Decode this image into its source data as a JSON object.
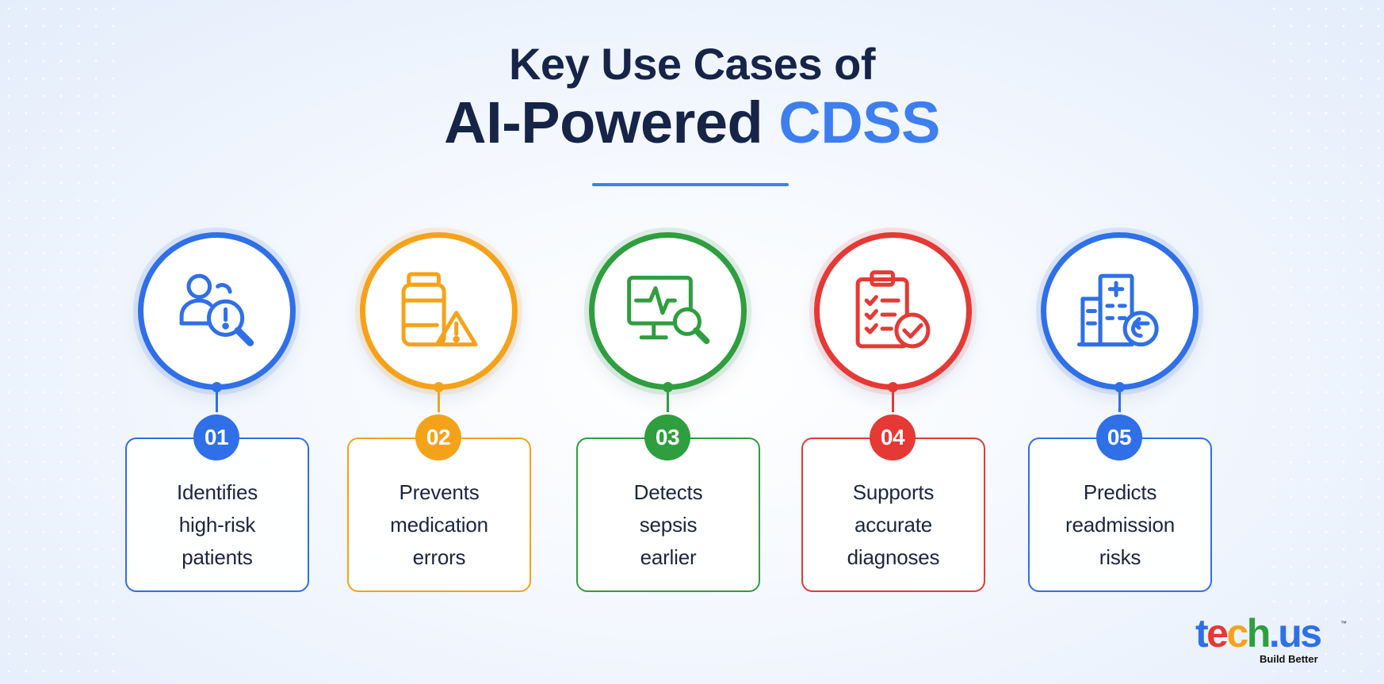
{
  "title": {
    "line1": "Key Use Cases of",
    "line2_main": "AI-Powered",
    "line2_accent": "CDSS",
    "accent_color": "#3d7ff0",
    "text_color": "#152447"
  },
  "steps": [
    {
      "number": "01",
      "lines": [
        "Identifies",
        "high-risk",
        "patients"
      ],
      "color": "#2f6fe8",
      "icon": "patient-search-icon"
    },
    {
      "number": "02",
      "lines": [
        "Prevents",
        "medication",
        "errors"
      ],
      "color": "#f5a21b",
      "icon": "medication-warning-icon"
    },
    {
      "number": "03",
      "lines": [
        "Detects",
        "sepsis",
        "earlier"
      ],
      "color": "#2e9e3e",
      "icon": "monitor-search-icon"
    },
    {
      "number": "04",
      "lines": [
        "Supports",
        "accurate",
        "diagnoses"
      ],
      "color": "#e53935",
      "icon": "clipboard-check-icon"
    },
    {
      "number": "05",
      "lines": [
        "Predicts",
        "readmission",
        "risks"
      ],
      "color": "#2f6fe8",
      "icon": "hospital-return-icon"
    }
  ],
  "logo": {
    "letters": [
      {
        "char": "t",
        "color": "#2f6fe8"
      },
      {
        "char": "e",
        "color": "#e53935"
      },
      {
        "char": "c",
        "color": "#f5a21b"
      },
      {
        "char": "h",
        "color": "#2e9e3e"
      },
      {
        "char": ".",
        "color": "#2f6fe8"
      },
      {
        "char": "u",
        "color": "#2f6fe8"
      },
      {
        "char": "s",
        "color": "#2f6fe8"
      }
    ],
    "trademark": "™",
    "tagline": "Build Better"
  }
}
